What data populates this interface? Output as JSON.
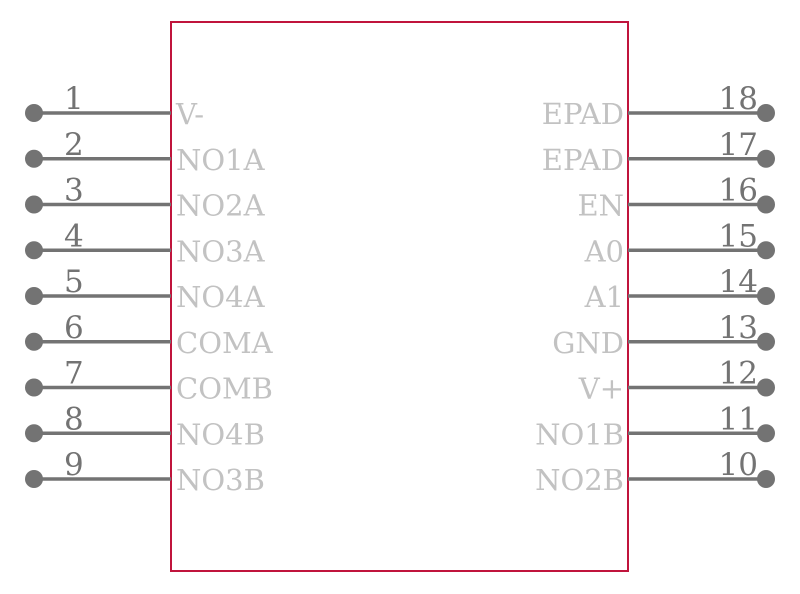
{
  "colors": {
    "body_outline": "#c0143c",
    "pin_line": "#737373",
    "pin_number": "#737373",
    "pin_name": "#c2c2c2",
    "background": "#ffffff"
  },
  "left_pins": [
    {
      "number": "1",
      "name": "V-"
    },
    {
      "number": "2",
      "name": "NO1A"
    },
    {
      "number": "3",
      "name": "NO2A"
    },
    {
      "number": "4",
      "name": "NO3A"
    },
    {
      "number": "5",
      "name": "NO4A"
    },
    {
      "number": "6",
      "name": "COMA"
    },
    {
      "number": "7",
      "name": "COMB"
    },
    {
      "number": "8",
      "name": "NO4B"
    },
    {
      "number": "9",
      "name": "NO3B"
    }
  ],
  "right_pins": [
    {
      "number": "18",
      "name": "EPAD"
    },
    {
      "number": "17",
      "name": "EPAD"
    },
    {
      "number": "16",
      "name": "EN"
    },
    {
      "number": "15",
      "name": "A0"
    },
    {
      "number": "14",
      "name": "A1"
    },
    {
      "number": "13",
      "name": "GND"
    },
    {
      "number": "12",
      "name": "V+"
    },
    {
      "number": "11",
      "name": "NO1B"
    },
    {
      "number": "10",
      "name": "NO2B"
    }
  ]
}
